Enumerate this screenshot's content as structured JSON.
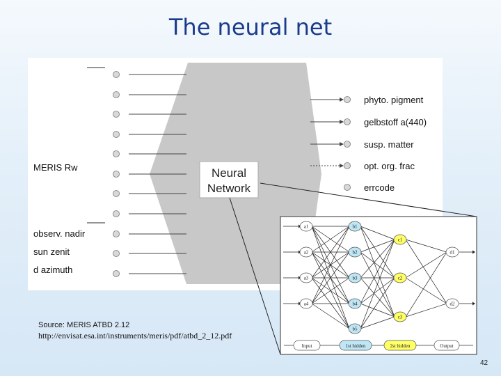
{
  "slide": {
    "title": "The neural net",
    "page_number": "42"
  },
  "source": {
    "line1": "Source: MERIS ATBD 2.12",
    "line2": "http://envisat.esa.int/instruments/meris/pdf/atbd_2_12.pdf"
  },
  "diagram": {
    "input_labels": {
      "meris_rw": "MERIS Rw",
      "observ_nadir": "observ. nadir",
      "sun_zenit": "sun zenit",
      "d_azimuth": "d azimuth"
    },
    "center_label": [
      "Neural",
      "Network"
    ],
    "outputs": [
      "phyto. pigment",
      "gelbstoff a(440)",
      "susp. matter",
      "opt. org. frac",
      "errcode"
    ],
    "inset": {
      "inputs": [
        "a1",
        "a2",
        "a3",
        "a4"
      ],
      "hidden1": [
        "b1",
        "b2",
        "b3",
        "b4",
        "b5"
      ],
      "hidden2": [
        "c1",
        "c2",
        "c3"
      ],
      "outputs": [
        "d1",
        "d2"
      ],
      "flow_labels": [
        "Input",
        "1st hidden",
        "2st hidden",
        "Output"
      ]
    },
    "colors": {
      "hexagon": "#c8c8c8",
      "node_yellow": "#ffff66",
      "node_blue": "#bfe6f5",
      "title_blue": "#1a3b8c"
    }
  }
}
